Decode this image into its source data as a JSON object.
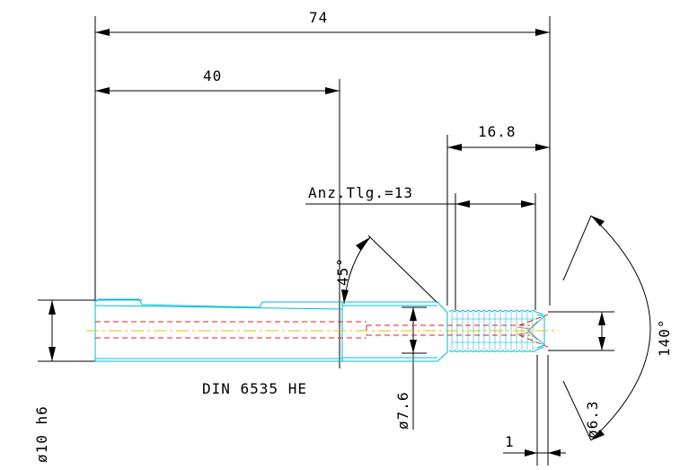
{
  "dimensions": {
    "overall_length": "74",
    "shank_length": "40",
    "thread_length": "16.8",
    "teeth_count": "Anz.Tlg.=13",
    "chamfer_angle": "45°",
    "point_angle": "140°",
    "tip_offset": "1",
    "shank_diameter": "ø10 h6",
    "neck_diameter": "ø7.6",
    "thread_diameter": "ø6.3"
  },
  "standard_label": "DIN 6535 HE",
  "colors": {
    "dimension": "#000000",
    "part_outline": "#00bcd4",
    "hidden_line": "#e02020",
    "center_line": "#e0c000"
  }
}
